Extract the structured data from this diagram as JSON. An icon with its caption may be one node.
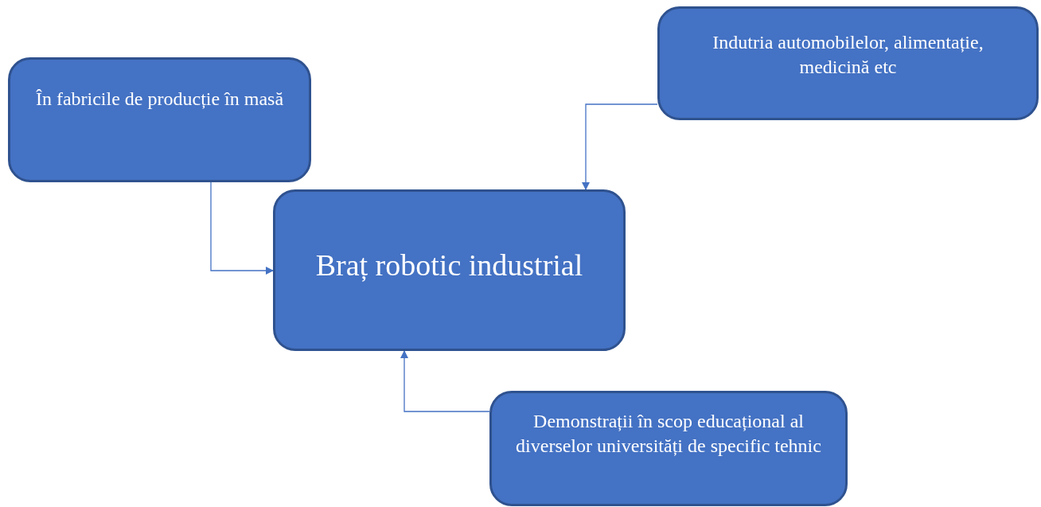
{
  "diagram": {
    "nodes": [
      {
        "text": [
          "Braț robotic industrial"
        ]
      },
      {
        "text": [
          "În fabricile de producție în masă"
        ]
      },
      {
        "text": [
          "Indutria automobilelor, alimentație, medicină etc"
        ]
      },
      {
        "text": [
          "Demonstrații în scop educațional al diverselor universități de specific tehnic"
        ]
      }
    ],
    "edges": [
      {
        "from": 1,
        "to": 0,
        "arrow": "to"
      },
      {
        "from": 2,
        "to": 0,
        "arrow": "to"
      },
      {
        "from": 3,
        "to": 0,
        "arrow": "to"
      }
    ]
  }
}
